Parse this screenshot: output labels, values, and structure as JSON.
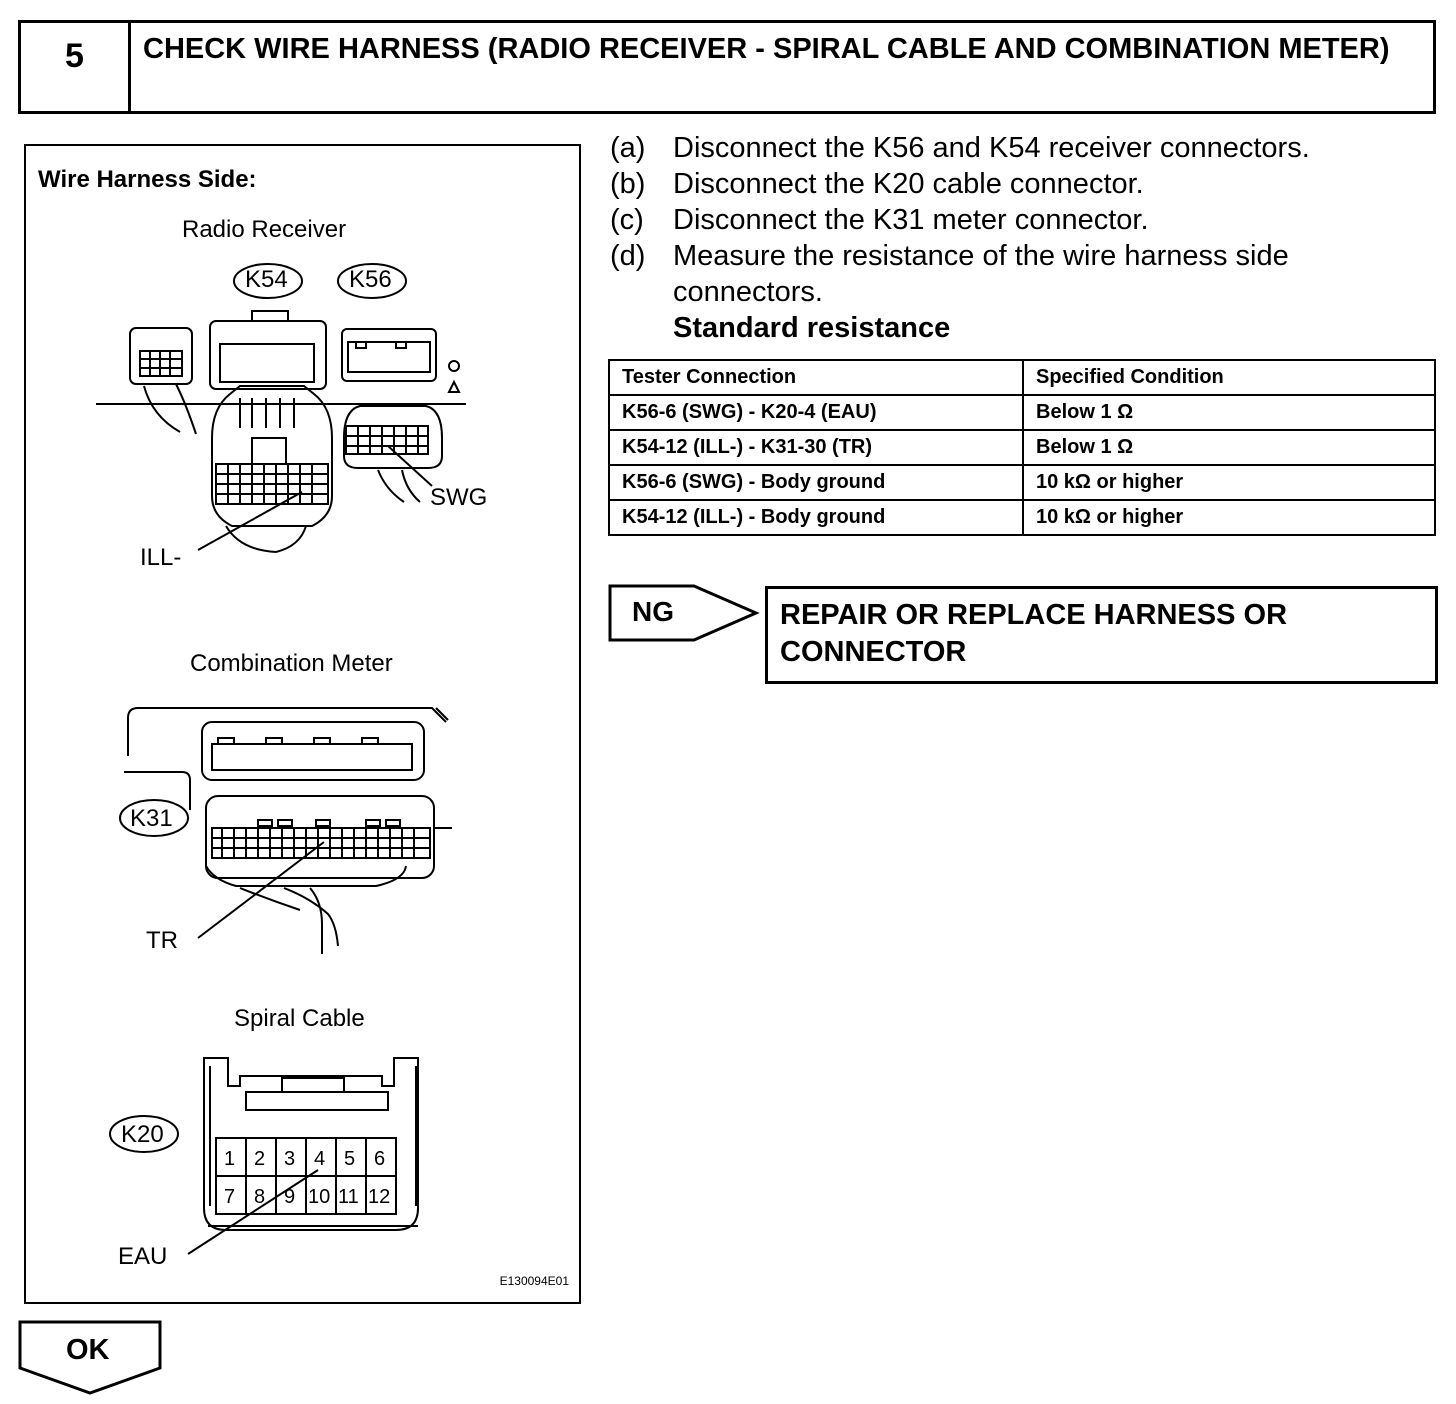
{
  "header": {
    "step_number": "5",
    "title": "CHECK WIRE HARNESS (RADIO RECEIVER - SPIRAL CABLE AND COMBINATION METER)"
  },
  "figure": {
    "title": "Wire Harness Side:",
    "radio_receiver": {
      "label": "Radio Receiver",
      "connectors": [
        "K54",
        "K56"
      ],
      "terminal_labels": [
        "SWG",
        "ILL-"
      ]
    },
    "combination_meter": {
      "label": "Combination Meter",
      "connector": "K31",
      "terminal_label": "TR"
    },
    "spiral_cable": {
      "label": "Spiral Cable",
      "connector": "K20",
      "pins_row1": [
        "1",
        "2",
        "3",
        "4",
        "5",
        "6"
      ],
      "pins_row2": [
        "7",
        "8",
        "9",
        "10",
        "11",
        "12"
      ],
      "terminal_label": "EAU"
    },
    "figure_code": "E130094E01"
  },
  "steps": [
    {
      "tag": "(a)",
      "text": "Disconnect the K56 and K54 receiver connectors."
    },
    {
      "tag": "(b)",
      "text": "Disconnect the K20 cable connector."
    },
    {
      "tag": "(c)",
      "text": "Disconnect the K31 meter connector."
    },
    {
      "tag": "(d)",
      "text": "Measure the resistance of the wire harness side connectors."
    }
  ],
  "standard_label": "Standard resistance",
  "table": {
    "headers": [
      "Tester Connection",
      "Specified Condition"
    ],
    "rows": [
      [
        "K56-6 (SWG) - K20-4 (EAU)",
        "Below 1 Ω"
      ],
      [
        "K54-12 (ILL-) - K31-30 (TR)",
        "Below 1 Ω"
      ],
      [
        "K56-6 (SWG) - Body ground",
        "10 kΩ or higher"
      ],
      [
        "K54-12 (ILL-) - Body ground",
        "10 kΩ or higher"
      ]
    ]
  },
  "ng": {
    "label": "NG",
    "action": "REPAIR OR REPLACE HARNESS OR CONNECTOR"
  },
  "ok": {
    "label": "OK"
  }
}
